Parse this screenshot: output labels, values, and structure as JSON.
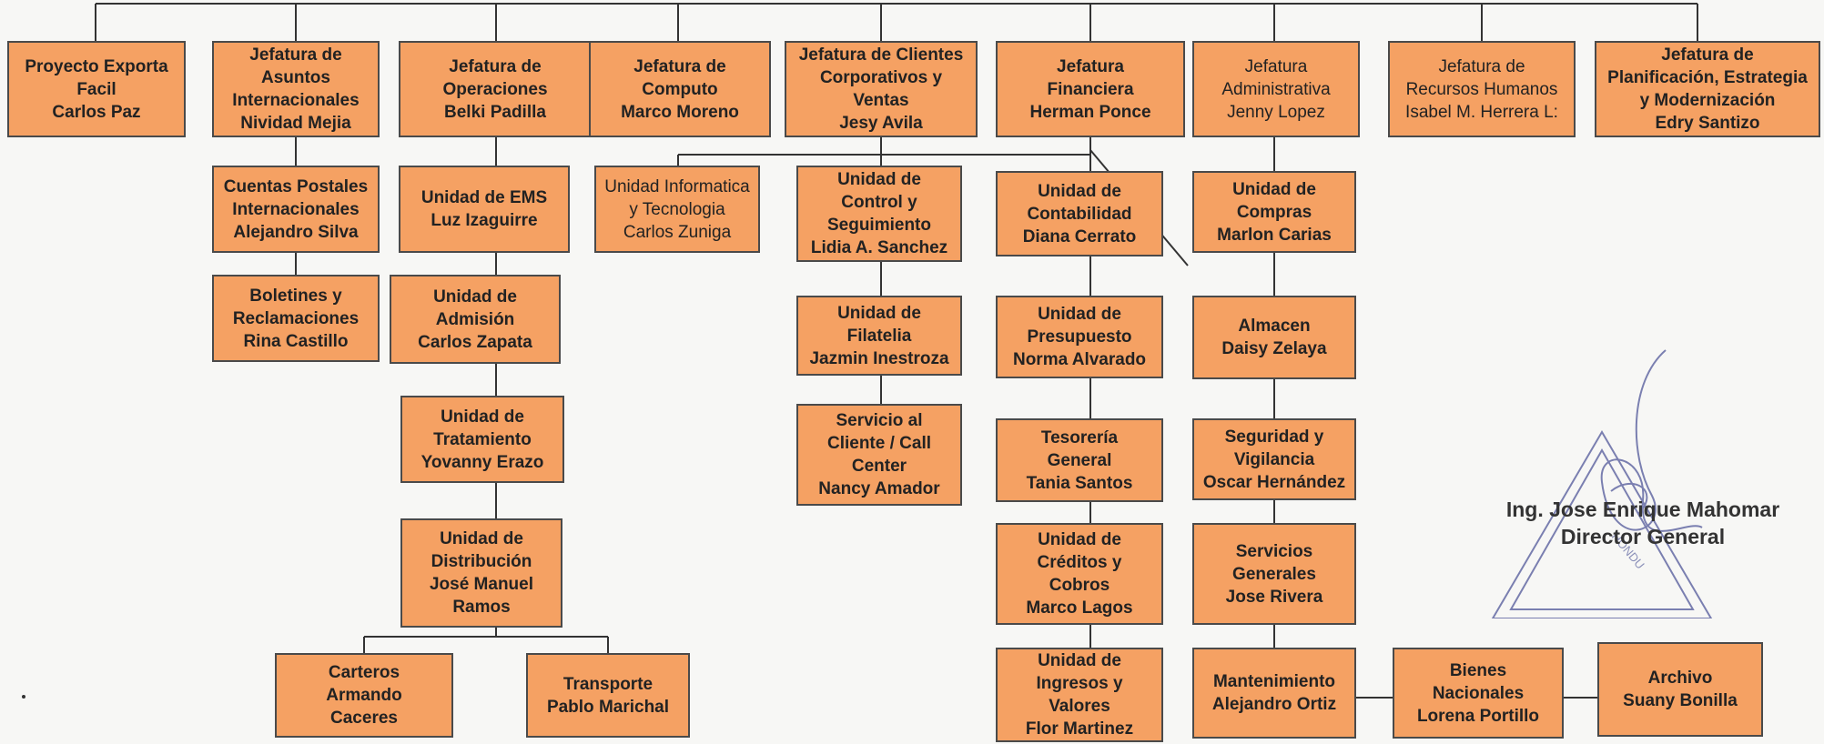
{
  "org_chart": {
    "top_row": [
      {
        "text": "Proyecto Exporta\nFacil\nCarlos Paz"
      },
      {
        "text": "Jefatura de\nAsuntos\nInternacionales\nNividad Mejia"
      },
      {
        "text": "Jefatura de\nOperaciones\nBelki Padilla"
      },
      {
        "text": "Jefatura de\nComputo\nMarco Moreno"
      },
      {
        "text": "Jefatura de Clientes\nCorporativos y\nVentas\nJesy Avila"
      },
      {
        "text": "Jefatura\nFinanciera\nHerman Ponce"
      },
      {
        "text": "Jefatura\nAdministrativa\nJenny Lopez"
      },
      {
        "text": "Jefatura de\nRecursos Humanos\nIsabel M. Herrera L:"
      },
      {
        "text": "Jefatura de\nPlanificación, Estrategia\ny Modernización\nEdry Santizo"
      }
    ],
    "internacionales_units": [
      {
        "text": "Cuentas Postales\nInternacionales\nAlejandro Silva"
      },
      {
        "text": "Boletines y\nReclamaciones\nRina Castillo"
      }
    ],
    "operaciones_units": [
      {
        "text": "Unidad de EMS\nLuz Izaguirre"
      },
      {
        "text": "Unidad de\nAdmisión\nCarlos Zapata"
      },
      {
        "text": "Unidad de\nTratamiento\nYovanny Erazo"
      },
      {
        "text": "Unidad de\nDistribución\nJosé Manuel\nRamos"
      }
    ],
    "distribucion_units": [
      {
        "text": "Carteros\nArmando\nCaceres"
      },
      {
        "text": "Transporte\nPablo Marichal"
      }
    ],
    "informatica_unit": {
      "text": "Unidad Informatica\ny Tecnologia\nCarlos Zuniga"
    },
    "clientes_units": [
      {
        "text": "Unidad de\nControl y\nSeguimiento\nLidia A. Sanchez"
      },
      {
        "text": "Unidad de\nFilatelia\nJazmin Inestroza"
      },
      {
        "text": "Servicio al\nCliente / Call\nCenter\nNancy Amador"
      }
    ],
    "financiera_units": [
      {
        "text": "Unidad de\nContabilidad\nDiana Cerrato"
      },
      {
        "text": "Unidad de\nPresupuesto\nNorma Alvarado"
      },
      {
        "text": "Tesorería\nGeneral\nTania Santos"
      },
      {
        "text": "Unidad de\nCréditos y\nCobros\nMarco Lagos"
      },
      {
        "text": "Unidad de\nIngresos y\nValores\nFlor Martinez"
      }
    ],
    "administrativa_units": [
      {
        "text": "Unidad de\nCompras\nMarlon Carias"
      },
      {
        "text": "Almacen\nDaisy Zelaya"
      },
      {
        "text": "Seguridad y\nVigilancia\nOscar Hernández"
      },
      {
        "text": "Servicios\nGenerales\nJose Rivera"
      },
      {
        "text": "Mantenimiento\nAlejandro Ortiz"
      },
      {
        "text": "Bienes\nNacionales\nLorena Portillo"
      },
      {
        "text": "Archivo\nSuany  Bonilla"
      }
    ]
  },
  "signature_block": {
    "name": "Ing. Jose Enrique Mahomar",
    "title": "Director General",
    "stamp_partial_text": "HONDU"
  },
  "colors": {
    "box_fill": "#f5a163",
    "box_border": "#4a4a4a",
    "line": "#333333",
    "stamp": "#7a7fb0"
  }
}
